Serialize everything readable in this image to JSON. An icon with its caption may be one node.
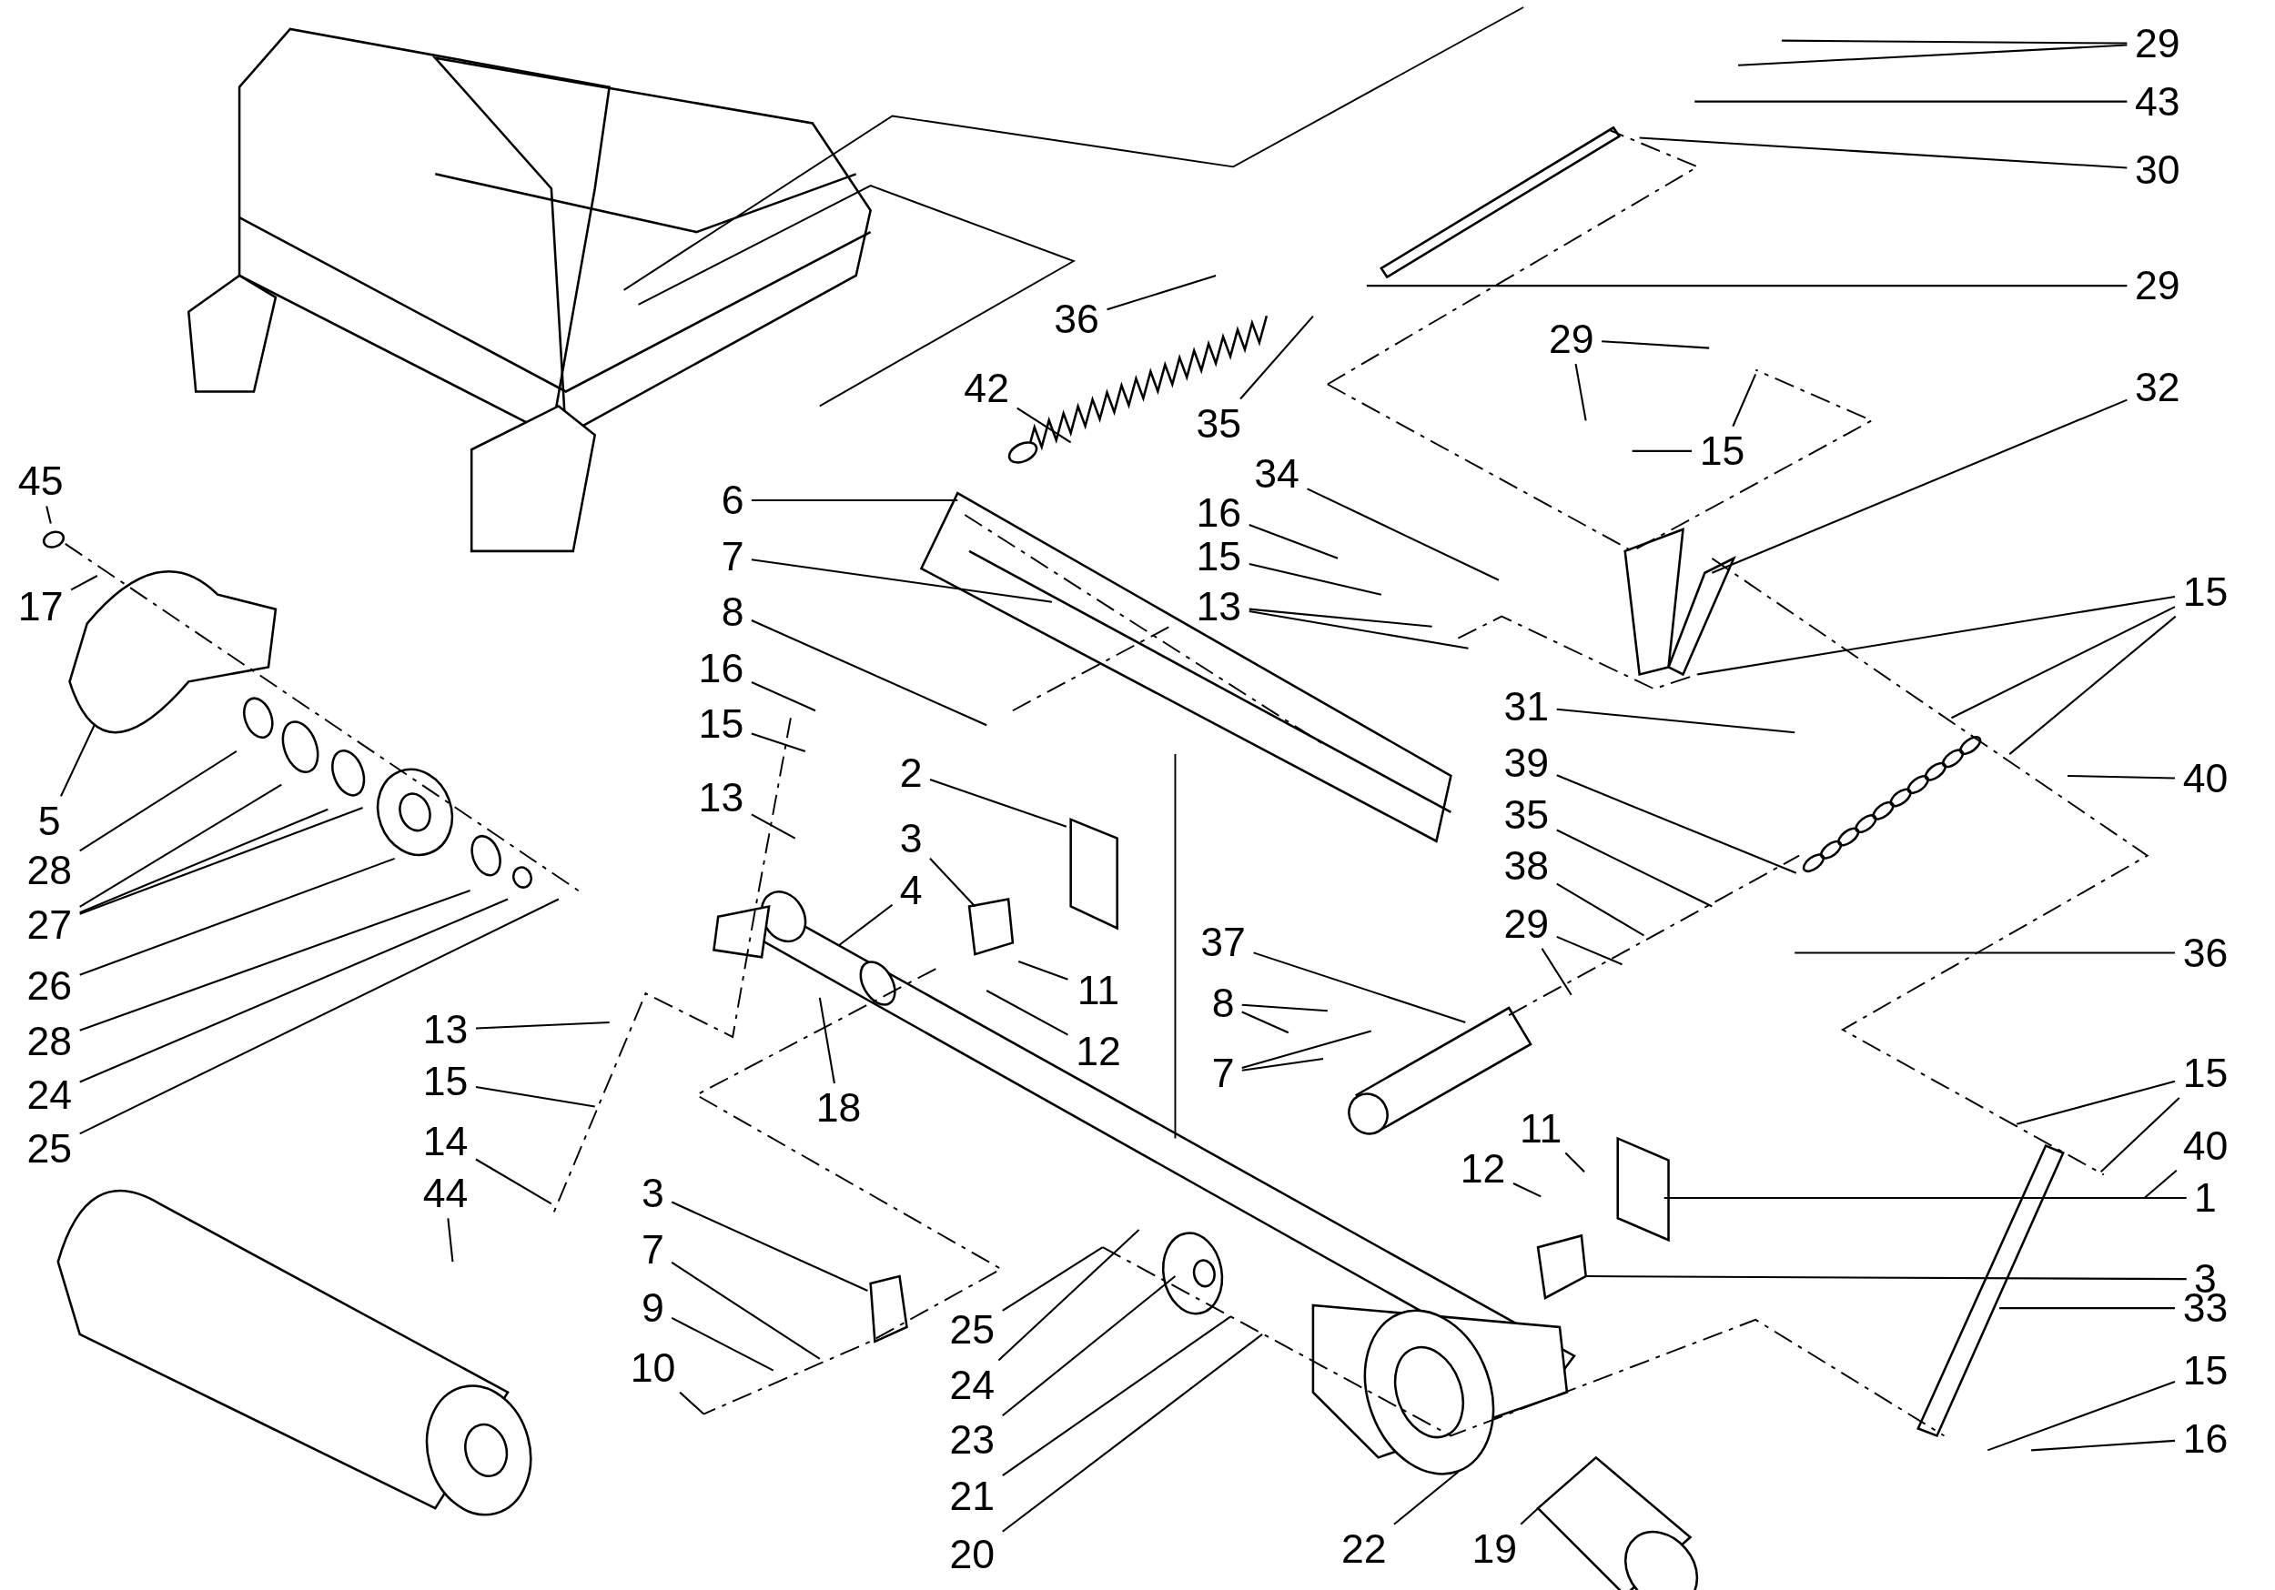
{
  "diagram": {
    "nodes": [
      {
        "text": [
          "29"
        ]
      },
      {
        "text": [
          "43"
        ]
      },
      {
        "text": [
          "30"
        ]
      },
      {
        "text": [
          "29"
        ]
      },
      {
        "text": [
          "36"
        ]
      },
      {
        "text": [
          "42"
        ]
      },
      {
        "text": [
          "35"
        ]
      },
      {
        "text": [
          "29"
        ]
      },
      {
        "text": [
          "15"
        ]
      },
      {
        "text": [
          "32"
        ]
      },
      {
        "text": [
          "34"
        ]
      },
      {
        "text": [
          "16"
        ]
      },
      {
        "text": [
          "15"
        ]
      },
      {
        "text": [
          "13"
        ]
      },
      {
        "text": [
          "6"
        ]
      },
      {
        "text": [
          "7"
        ]
      },
      {
        "text": [
          "8"
        ]
      },
      {
        "text": [
          "16"
        ]
      },
      {
        "text": [
          "15"
        ]
      },
      {
        "text": [
          "13"
        ]
      },
      {
        "text": [
          "2"
        ]
      },
      {
        "text": [
          "3"
        ]
      },
      {
        "text": [
          "4"
        ]
      },
      {
        "text": [
          "45"
        ]
      },
      {
        "text": [
          "17"
        ]
      },
      {
        "text": [
          "5"
        ]
      },
      {
        "text": [
          "28"
        ]
      },
      {
        "text": [
          "27"
        ]
      },
      {
        "text": [
          "26"
        ]
      },
      {
        "text": [
          "28"
        ]
      },
      {
        "text": [
          "24"
        ]
      },
      {
        "text": [
          "25"
        ]
      },
      {
        "text": [
          "18"
        ]
      },
      {
        "text": [
          "13"
        ]
      },
      {
        "text": [
          "15"
        ]
      },
      {
        "text": [
          "14"
        ]
      },
      {
        "text": [
          "44"
        ]
      },
      {
        "text": [
          "3"
        ]
      },
      {
        "text": [
          "7"
        ]
      },
      {
        "text": [
          "9"
        ]
      },
      {
        "text": [
          "10"
        ]
      },
      {
        "text": [
          "25"
        ]
      },
      {
        "text": [
          "24"
        ]
      },
      {
        "text": [
          "23"
        ]
      },
      {
        "text": [
          "21"
        ]
      },
      {
        "text": [
          "20"
        ]
      },
      {
        "text": [
          "22"
        ]
      },
      {
        "text": [
          "19"
        ]
      },
      {
        "text": [
          "37"
        ]
      },
      {
        "text": [
          "8"
        ]
      },
      {
        "text": [
          "7"
        ]
      },
      {
        "text": [
          "38"
        ]
      },
      {
        "text": [
          "35"
        ]
      },
      {
        "text": [
          "39"
        ]
      },
      {
        "text": [
          "31"
        ]
      },
      {
        "text": [
          "29"
        ]
      },
      {
        "text": [
          "36"
        ]
      },
      {
        "text": [
          "40"
        ]
      },
      {
        "text": [
          "15"
        ]
      },
      {
        "text": [
          "11"
        ]
      },
      {
        "text": [
          "12"
        ]
      },
      {
        "text": [
          "1"
        ]
      },
      {
        "text": [
          "3"
        ]
      },
      {
        "text": [
          "15"
        ]
      },
      {
        "text": [
          "40"
        ]
      },
      {
        "text": [
          "33"
        ]
      },
      {
        "text": [
          "15"
        ]
      },
      {
        "text": [
          "16"
        ]
      },
      {
        "text": [
          "11"
        ]
      },
      {
        "text": [
          "12"
        ]
      }
    ],
    "edges": [
      {
        "from": 0,
        "to": null,
        "arrow": "none"
      },
      {
        "from": 0,
        "to": null,
        "arrow": "none"
      },
      {
        "from": 1,
        "to": null,
        "arrow": "none"
      },
      {
        "from": 2,
        "to": null,
        "arrow": "none"
      },
      {
        "from": 3,
        "to": null,
        "arrow": "none"
      },
      {
        "from": 4,
        "to": null,
        "arrow": "none"
      },
      {
        "from": 5,
        "to": null,
        "arrow": "none"
      },
      {
        "from": 6,
        "to": null,
        "arrow": "none"
      },
      {
        "from": 7,
        "to": null,
        "arrow": "none"
      },
      {
        "from": 7,
        "to": null,
        "arrow": "none"
      },
      {
        "from": 8,
        "to": null,
        "arrow": "none"
      },
      {
        "from": 8,
        "to": null,
        "arrow": "none"
      },
      {
        "from": 9,
        "to": null,
        "arrow": "none"
      },
      {
        "from": 10,
        "to": null,
        "arrow": "none"
      },
      {
        "from": 11,
        "to": null,
        "arrow": "none"
      },
      {
        "from": 12,
        "to": null,
        "arrow": "none"
      },
      {
        "from": 13,
        "to": null,
        "arrow": "none"
      },
      {
        "from": 13,
        "to": null,
        "arrow": "none"
      },
      {
        "from": 14,
        "to": null,
        "arrow": "none"
      },
      {
        "from": 15,
        "to": null,
        "arrow": "none"
      },
      {
        "from": 16,
        "to": null,
        "arrow": "none"
      },
      {
        "from": 17,
        "to": null,
        "arrow": "none"
      },
      {
        "from": 18,
        "to": null,
        "arrow": "none"
      },
      {
        "from": 19,
        "to": null,
        "arrow": "none"
      },
      {
        "from": 20,
        "to": null,
        "arrow": "none"
      },
      {
        "from": 21,
        "to": null,
        "arrow": "none"
      },
      {
        "from": 22,
        "to": null,
        "arrow": "none"
      },
      {
        "from": 23,
        "to": null,
        "arrow": "none"
      },
      {
        "from": 24,
        "to": null,
        "arrow": "none"
      },
      {
        "from": 25,
        "to": null,
        "arrow": "none"
      },
      {
        "from": 26,
        "to": null,
        "arrow": "none"
      },
      {
        "from": 27,
        "to": null,
        "arrow": "none"
      },
      {
        "from": 27,
        "to": null,
        "arrow": "none"
      },
      {
        "from": 27,
        "to": null,
        "arrow": "none"
      },
      {
        "from": 28,
        "to": null,
        "arrow": "none"
      },
      {
        "from": 29,
        "to": null,
        "arrow": "none"
      },
      {
        "from": 30,
        "to": null,
        "arrow": "none"
      },
      {
        "from": 31,
        "to": null,
        "arrow": "none"
      },
      {
        "from": 32,
        "to": null,
        "arrow": "none"
      },
      {
        "from": 33,
        "to": null,
        "arrow": "none"
      },
      {
        "from": 34,
        "to": null,
        "arrow": "none"
      },
      {
        "from": 35,
        "to": null,
        "arrow": "none"
      },
      {
        "from": 36,
        "to": null,
        "arrow": "none"
      },
      {
        "from": 37,
        "to": null,
        "arrow": "none"
      },
      {
        "from": 38,
        "to": null,
        "arrow": "none"
      },
      {
        "from": 39,
        "to": null,
        "arrow": "none"
      },
      {
        "from": 40,
        "to": null,
        "arrow": "none"
      },
      {
        "from": 41,
        "to": null,
        "arrow": "none"
      },
      {
        "from": 42,
        "to": null,
        "arrow": "none"
      },
      {
        "from": 43,
        "to": null,
        "arrow": "none"
      },
      {
        "from": 44,
        "to": null,
        "arrow": "none"
      },
      {
        "from": 45,
        "to": null,
        "arrow": "none"
      },
      {
        "from": 46,
        "to": null,
        "arrow": "none"
      },
      {
        "from": 47,
        "to": null,
        "arrow": "none"
      },
      {
        "from": 48,
        "to": null,
        "arrow": "none"
      },
      {
        "from": 49,
        "to": null,
        "arrow": "none"
      },
      {
        "from": 49,
        "to": null,
        "arrow": "none"
      },
      {
        "from": 50,
        "to": null,
        "arrow": "none"
      },
      {
        "from": 50,
        "to": null,
        "arrow": "none"
      },
      {
        "from": 51,
        "to": null,
        "arrow": "none"
      },
      {
        "from": 52,
        "to": null,
        "arrow": "none"
      },
      {
        "from": 53,
        "to": null,
        "arrow": "none"
      },
      {
        "from": 54,
        "to": null,
        "arrow": "none"
      },
      {
        "from": 55,
        "to": null,
        "arrow": "none"
      },
      {
        "from": 55,
        "to": null,
        "arrow": "none"
      },
      {
        "from": 56,
        "to": null,
        "arrow": "none"
      },
      {
        "from": 57,
        "to": null,
        "arrow": "none"
      },
      {
        "from": 58,
        "to": null,
        "arrow": "none"
      },
      {
        "from": 58,
        "to": null,
        "arrow": "none"
      },
      {
        "from": 58,
        "to": null,
        "arrow": "none"
      },
      {
        "from": 59,
        "to": null,
        "arrow": "none"
      },
      {
        "from": 60,
        "to": null,
        "arrow": "none"
      },
      {
        "from": 61,
        "to": null,
        "arrow": "none"
      },
      {
        "from": 62,
        "to": null,
        "arrow": "none"
      },
      {
        "from": 63,
        "to": null,
        "arrow": "none"
      },
      {
        "from": 63,
        "to": null,
        "arrow": "none"
      },
      {
        "from": 64,
        "to": null,
        "arrow": "none"
      },
      {
        "from": 65,
        "to": null,
        "arrow": "none"
      },
      {
        "from": 66,
        "to": null,
        "arrow": "none"
      },
      {
        "from": 67,
        "to": null,
        "arrow": "none"
      },
      {
        "from": 68,
        "to": null,
        "arrow": "none"
      },
      {
        "from": 69,
        "to": null,
        "arrow": "none"
      }
    ]
  }
}
